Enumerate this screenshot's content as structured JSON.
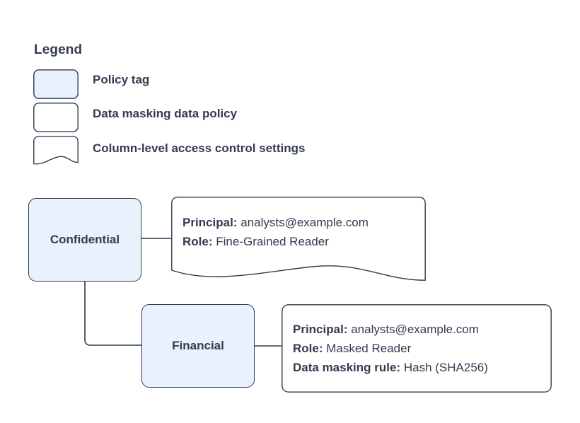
{
  "page": {
    "background": "#ffffff",
    "accent_fill": "#e8f1fc",
    "border_color": "#2f3b4d",
    "text_color": "#333b4f"
  },
  "legend": {
    "title": "Legend",
    "items": [
      {
        "label": "Policy tag",
        "shape": "rounded-rect-filled",
        "fill": "#e8f1fc"
      },
      {
        "label": "Data masking data policy",
        "shape": "rounded-rect",
        "fill": "#ffffff"
      },
      {
        "label": "Column-level access control settings",
        "shape": "wave-bottom-rect",
        "fill": "#ffffff"
      }
    ]
  },
  "diagram": {
    "nodes": [
      {
        "id": "confidential",
        "label": "Confidential",
        "type": "policy-tag"
      },
      {
        "id": "financial",
        "label": "Financial",
        "type": "policy-tag"
      }
    ],
    "callouts": [
      {
        "id": "confidential-settings",
        "shape": "wave-bottom-rect",
        "attached_to": "confidential",
        "lines": [
          {
            "key": "Principal:",
            "value": "analysts@example.com"
          },
          {
            "key": "Role:",
            "value": "Fine-Grained Reader"
          }
        ]
      },
      {
        "id": "financial-policy",
        "shape": "rounded-rect",
        "attached_to": "financial",
        "lines": [
          {
            "key": "Principal:",
            "value": "analysts@example.com"
          },
          {
            "key": "Role:",
            "value": "Masked Reader"
          },
          {
            "key": "Data masking rule:",
            "value": "Hash (SHA256)"
          }
        ]
      }
    ],
    "edges": [
      {
        "from": "confidential",
        "to": "confidential-settings",
        "style": "straight"
      },
      {
        "from": "confidential",
        "to": "financial",
        "style": "elbow"
      },
      {
        "from": "financial",
        "to": "financial-policy",
        "style": "straight"
      }
    ]
  }
}
